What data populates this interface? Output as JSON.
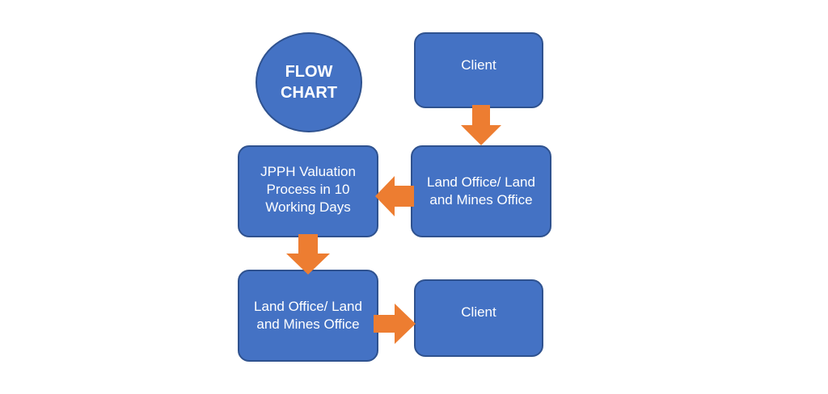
{
  "diagram": {
    "title": "FLOW\nCHART",
    "nodes": {
      "client_top": "Client",
      "land_office_right": "Land Office/ Land\nand Mines Office",
      "jpph": "JPPH Valuation\nProcess in 10\nWorking Days",
      "land_office_bottom": "Land Office/ Land\nand Mines Office",
      "client_bottom": "Client"
    },
    "colors": {
      "node_fill": "#4472c4",
      "node_border": "#2f528f",
      "arrow": "#ed7d31",
      "text": "#ffffff"
    }
  }
}
